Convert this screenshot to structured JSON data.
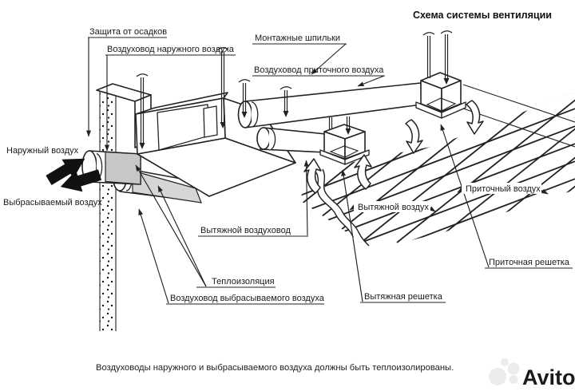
{
  "title": "Схема системы вентиляции",
  "note": "Воздуховоды наружного и выбрасываемого воздуха должны быть теплоизолированы.",
  "labels": {
    "protection": "Защита от осадков",
    "outdoor_air_duct": "Воздуховод наружного воздуха",
    "mounting_pins": "Монтажные шпильки",
    "supply_air_duct": "Воздуховод приточного воздуха",
    "outdoor_air": "Наружный воздух",
    "exhausted_air": "Выбрасываемый воздух",
    "exhaust_duct": "Вытяжной воздуховод",
    "thermal_insulation": "Теплоизоляция",
    "exhausted_air_duct": "Воздуховод выбрасываемого воздуха",
    "extract_air": "Вытяжной воздух",
    "supply_air": "Приточный воздух",
    "supply_grille": "Приточная решетка",
    "extract_grille": "Вытяжная решетка"
  },
  "watermark": {
    "brand": "Avito"
  },
  "colors": {
    "line": "#222222",
    "insulation": "#c7c7c7",
    "insulation_light": "#d6d6d6",
    "watermark": "#ececec"
  }
}
